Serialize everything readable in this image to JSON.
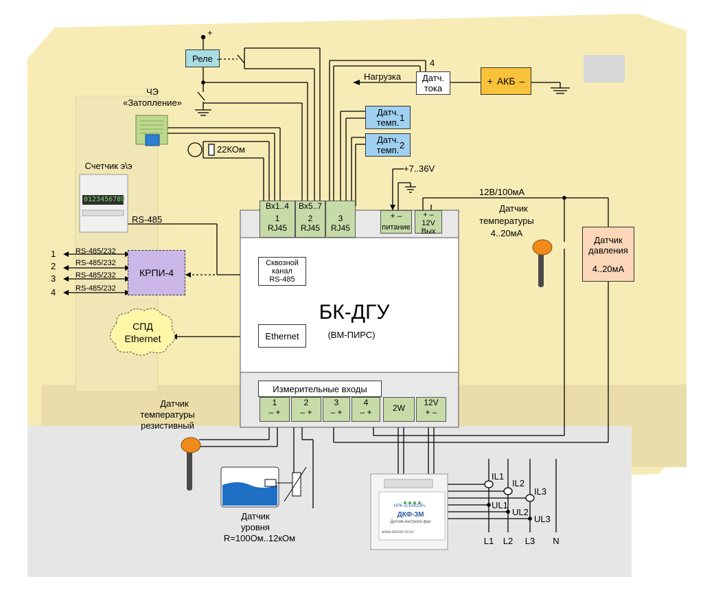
{
  "top": {
    "plus_sign": "+",
    "relay": "Реле",
    "relay_dash": "-",
    "wire_4": "4",
    "load": "Нагрузка",
    "current_sensor": [
      "Датч.",
      "тока"
    ],
    "battery_plus": "+",
    "battery": "АКБ",
    "battery_minus": "–",
    "flood_sensor": [
      "ЧЭ",
      "«Затопление»"
    ],
    "resistor": "22КОм",
    "meter_label": "Счетчик э\\э",
    "meter_display": "0123456789",
    "temp1": [
      "Датч.",
      "темп."
    ],
    "temp1_num": "1",
    "temp2": [
      "Датч.",
      "темп."
    ],
    "temp2_num": "2",
    "supply": "+7..36V"
  },
  "left": {
    "rs485": "RS-485",
    "channels": [
      {
        "num": "1",
        "label": "RS-485/232"
      },
      {
        "num": "2",
        "label": "RS-485/232"
      },
      {
        "num": "3",
        "label": "RS-485/232"
      },
      {
        "num": "4",
        "label": "RS-485/232"
      }
    ],
    "krpi": "КРПИ-4",
    "spd": [
      "СПД",
      "Ethernet"
    ]
  },
  "main": {
    "title": "БК-ДГУ",
    "subtitle": "(ВМ-ПИРС)",
    "passthrough": [
      "Сквозной",
      "канал",
      "RS-485"
    ],
    "ethernet": "Ethernet",
    "ports": [
      {
        "top": "Вх1..4",
        "num": "1",
        "bottom": "RJ45"
      },
      {
        "top": "Вх5..7",
        "num": "2",
        "bottom": "RJ45"
      },
      {
        "top": "",
        "num": "3",
        "bottom": "RJ45"
      }
    ],
    "power_pm": "+ –",
    "power_label": "питание",
    "out_pm": "+ –",
    "out_label": [
      "12V",
      "Вых"
    ],
    "inputs_header": "Измерительные входы",
    "inputs": [
      {
        "num": "1",
        "pm": "– +"
      },
      {
        "num": "2",
        "pm": "– +"
      },
      {
        "num": "3",
        "pm": "– +"
      },
      {
        "num": "4",
        "pm": "– +"
      },
      {
        "num": "2W",
        "pm": ""
      },
      {
        "num": "12V",
        "pm": "+ –"
      }
    ]
  },
  "right": {
    "current_out": "12В/100мА",
    "temp_sensor": [
      "Датчик",
      "температуры",
      "4..20мА"
    ],
    "pressure": [
      "Датчик",
      "давления",
      "4..20мА"
    ]
  },
  "bottom": {
    "res_sensor": [
      "Датчик",
      "температуры",
      "резистивный"
    ],
    "level_sensor": [
      "Датчик",
      "уровня",
      "R=100Ом..12кОм"
    ],
    "dkf_brand": "НПК «СЕНСОР»",
    "dkf_model": "ДКФ-3М",
    "dkf_desc": "Датчик контроля фаз",
    "dkf_site": "www.sensor-m.ru",
    "phase_currents": [
      "IL1",
      "IL2",
      "IL3"
    ],
    "phase_voltages": [
      "UL1",
      "UL2",
      "UL3"
    ],
    "lines": [
      "L1",
      "L2",
      "L3",
      "N"
    ]
  },
  "colors": {
    "background_genset": "#f3e6a0",
    "relay_fill": "#a9dde3",
    "temp_sensor_fill": "#9fd0f0",
    "battery_fill": "#f8c23a",
    "terminal_fill": "#c7dba8",
    "krpi_fill": "#cbb8e8",
    "pressure_fill": "#fbd6b8",
    "cloud_fill": "#fff6a8",
    "probe_orange": "#f08a1a"
  }
}
